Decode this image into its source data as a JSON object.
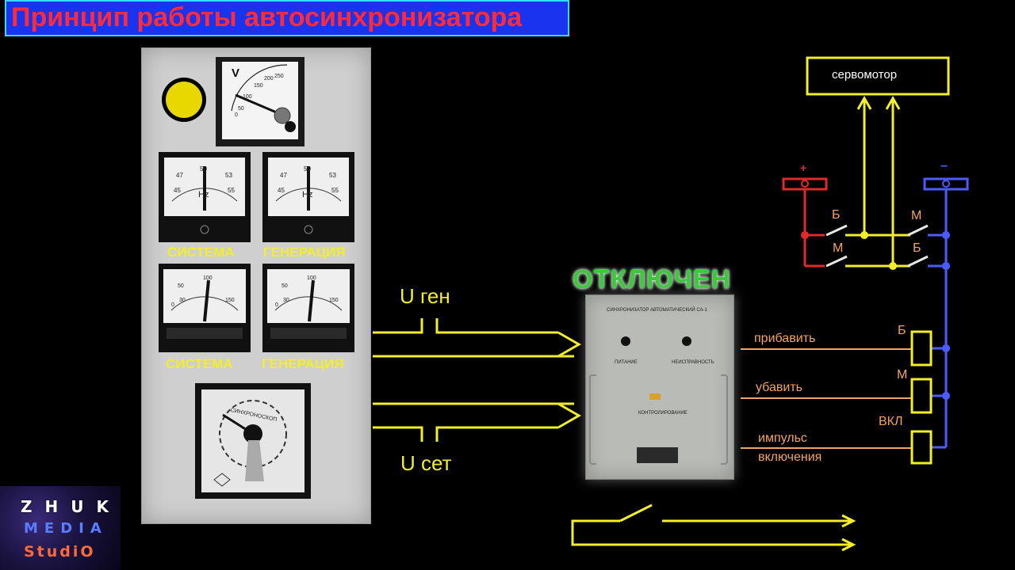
{
  "title": "Принцип работы автосинхронизатора",
  "panel": {
    "voltmeter": {
      "unit": "V",
      "scale": [
        "0",
        "50",
        "100",
        "150",
        "200",
        "250"
      ]
    },
    "freq_meters": [
      {
        "label": "СИСТЕМА",
        "unit": "Hz",
        "scale": [
          "45",
          "47",
          "50",
          "53",
          "55"
        ]
      },
      {
        "label": "ГЕНЕРАЦИЯ",
        "unit": "Hz",
        "scale": [
          "45",
          "47",
          "50",
          "53",
          "55"
        ]
      }
    ],
    "volt_meters": [
      {
        "label": "СИСТЕМА",
        "scale": [
          "0",
          "30",
          "50",
          "100",
          "150"
        ]
      },
      {
        "label": "ГЕНЕРАЦИЯ",
        "scale": [
          "0",
          "30",
          "50",
          "100",
          "150"
        ]
      }
    ],
    "synchroscope": {
      "label": "СИНХРОНОСКОП"
    },
    "indicator_color": "#e8d800"
  },
  "signals": {
    "u_gen": "U ген",
    "u_set": "U сет"
  },
  "device": {
    "status": "ОТКЛЮЧЕН",
    "name": "СИНХРОНИЗАТОР АВТОМАТИЧЕСКИЙ СА-1",
    "left_lamp": "ПИТАНИЕ",
    "right_lamp": "НЕИСПРАВНОСТЬ",
    "center_label": "КОНТРОЛИРОВАНИЕ"
  },
  "outputs": [
    {
      "label": "прибавить",
      "coil": "Б"
    },
    {
      "label": "убавить",
      "coil": "М"
    },
    {
      "label": "импульс",
      "label2": "включения",
      "coil": "ВКЛ"
    }
  ],
  "servo": {
    "label": "сервомотор",
    "plus": "+",
    "minus": "−",
    "contacts_top": [
      "Б",
      "М"
    ],
    "contacts_bottom": [
      "М",
      "Б"
    ]
  },
  "logo": {
    "line1": "ZHUK",
    "line2": "MEDIA",
    "line3": "StudiO"
  },
  "colors": {
    "yellow": "#f2ee2a",
    "orange": "#f4a460",
    "red": "#e02a2a",
    "blue": "#4a5cff",
    "green": "#3cc83c"
  }
}
